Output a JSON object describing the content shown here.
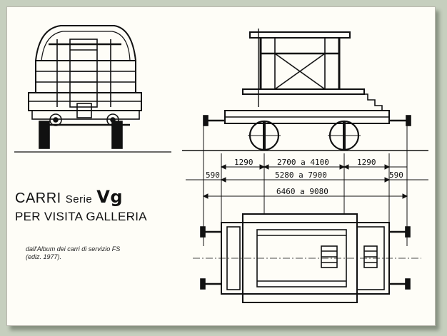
{
  "title": {
    "carri": "CARRI",
    "serie": "Serie",
    "code": "Vg",
    "subtitle": "PER VISITA GALLERIA"
  },
  "source_note": "dall'Album dei carri di servizio FS (ediz. 1977).",
  "dimensions": {
    "overhang_left": "1290",
    "wheelbase": "2700 a 4100",
    "overhang_right": "1290",
    "buffer_left": "590",
    "frame_length": "5280 a 7900",
    "buffer_right": "590",
    "total_length": "6460 a 9080"
  },
  "colors": {
    "paper": "#fefdf7",
    "ink": "#111111",
    "background": "#c6cfbe"
  }
}
